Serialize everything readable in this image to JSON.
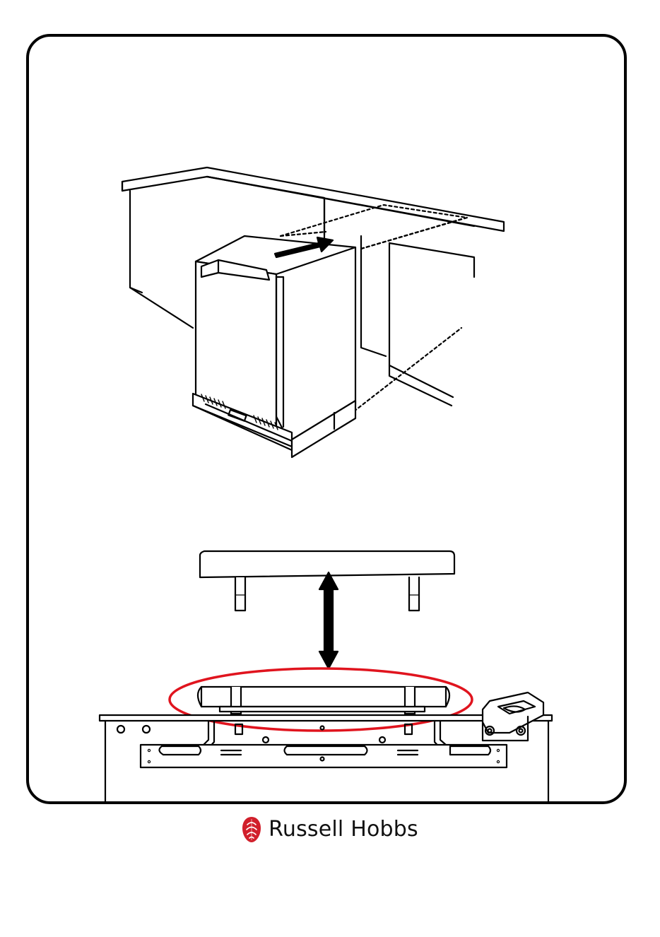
{
  "page": {
    "brand": {
      "name": "Russell Hobbs",
      "mark_icon": "russell-hobbs-logo-icon",
      "mark_color": "#d11f2b"
    },
    "illustrations": {
      "top": {
        "subject": "built-in-refrigerator-installation",
        "push_arrow_icon": "push-arrow-icon"
      },
      "bottom": {
        "subject": "top-panel-bracket-fitting",
        "vertical_double_arrow_icon": "double-arrow-icon",
        "highlight_color": "#e0141e"
      }
    },
    "colors": {
      "line": "#000000",
      "background": "#ffffff",
      "highlight": "#e0141e"
    }
  }
}
